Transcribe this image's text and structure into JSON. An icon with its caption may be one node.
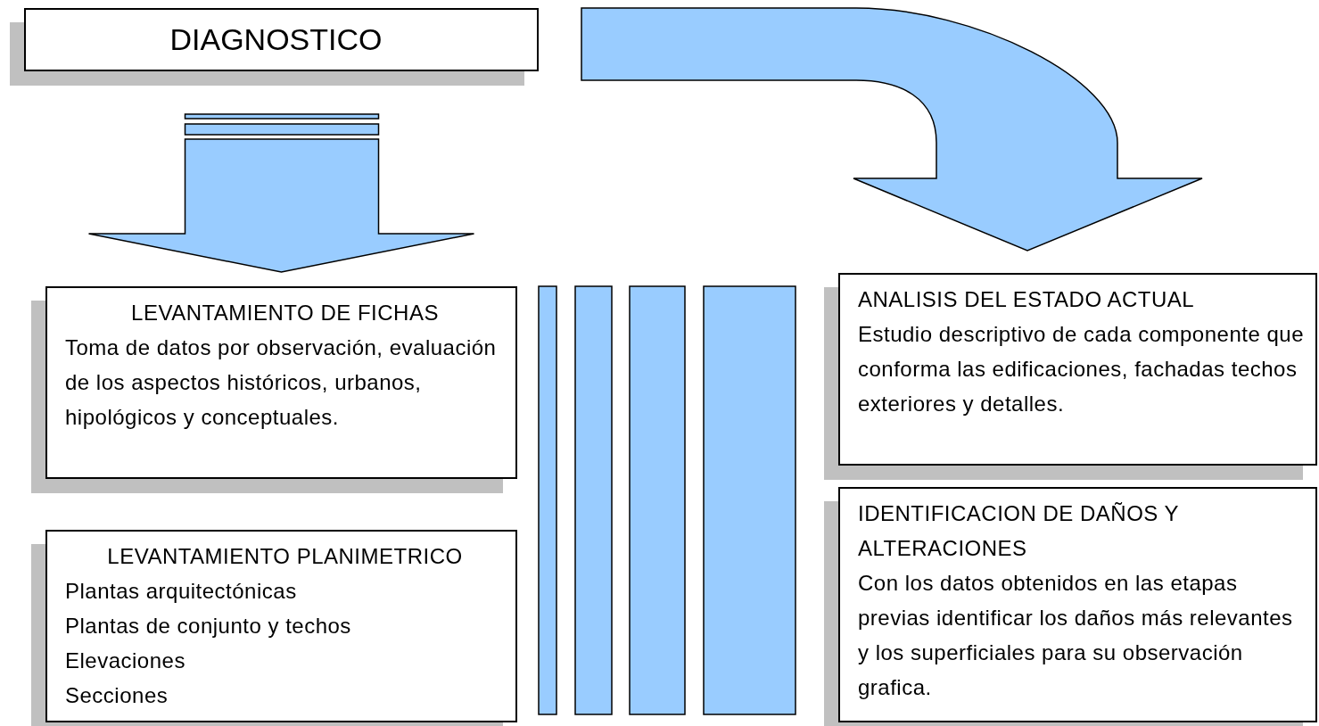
{
  "diagram": {
    "nodes": [
      {
        "text": [
          "DIAGNOSTICO"
        ]
      },
      {
        "text": [
          "LEVANTAMIENTO DE FICHAS",
          "Toma de datos por observación, evaluación de los aspectos históricos, urbanos, hipológicos y conceptuales."
        ]
      },
      {
        "text": [
          "LEVANTAMIENTO PLANIMETRICO",
          "Plantas arquitectónicas",
          "Plantas de conjunto y techos",
          "Elevaciones",
          "Secciones"
        ]
      },
      {
        "text": [
          "ANALISIS DEL ESTADO ACTUAL",
          "Estudio descriptivo de cada componente que conforma las edificaciones, fachadas techos exteriores y detalles."
        ]
      },
      {
        "text": [
          "IDENTIFICACION DE DAÑOS Y ALTERACIONES",
          "Con los datos obtenidos en las etapas previas identificar los daños más relevantes y los superficiales para su observación grafica."
        ]
      }
    ],
    "edges": [
      {
        "from": 0,
        "to": 1,
        "arrow": "to"
      },
      {
        "from": 0,
        "to": 3,
        "arrow": "to"
      }
    ]
  }
}
